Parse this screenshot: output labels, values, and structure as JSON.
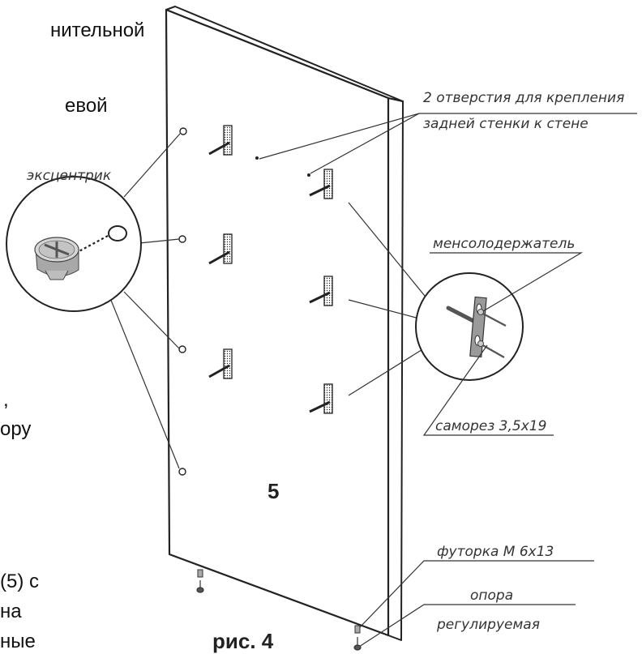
{
  "body_text_fragments": {
    "line1": "нительной",
    "line2": "евой",
    "line3": ",",
    "line4": "ору",
    "line5": "(5) с",
    "line6": "на",
    "line7": "ные"
  },
  "diagram": {
    "panel_number": "5",
    "figure_caption": "рис. 4"
  },
  "labels": {
    "eccentric": "эксцентрик",
    "holes_line1": "2 отверстия для крепления",
    "holes_line2": "задней стенки к стене",
    "shelf_holder": "менсолодержатель",
    "screw": "саморез 3,5х19",
    "insert_nut": "футорка  М  6х13",
    "foot_line1": "опора",
    "foot_line2": "регулируемая"
  }
}
